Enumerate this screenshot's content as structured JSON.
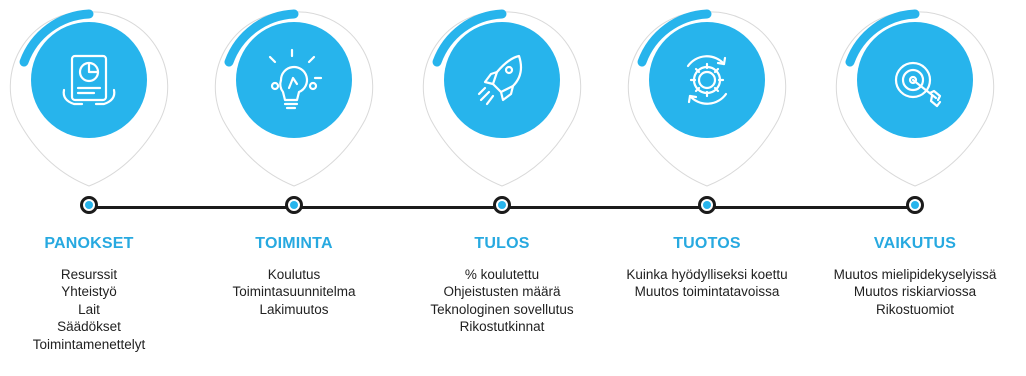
{
  "colors": {
    "accent": "#27b4ec",
    "title": "#27a9e0",
    "line": "#1b1b1b"
  },
  "stages": [
    {
      "title": "PANOKSET",
      "icon": "tablet-chart-icon",
      "items": [
        "Resurssit",
        "Yhteistyö",
        "Lait",
        "Säädökset",
        "Toimintamenettelyt"
      ]
    },
    {
      "title": "TOIMINTA",
      "icon": "lightbulb-icon",
      "items": [
        "Koulutus",
        "Toimintasuunnitelma",
        "Lakimuutos"
      ]
    },
    {
      "title": "TULOS",
      "icon": "rocket-icon",
      "items": [
        "% koulutettu",
        "Ohjeistusten määrä",
        "Teknologinen sovellutus",
        "Rikostutkinnat"
      ]
    },
    {
      "title": "TUOTOS",
      "icon": "gear-cycle-icon",
      "items": [
        "Kuinka hyödylliseksi koettu",
        "Muutos toimintatavoissa"
      ]
    },
    {
      "title": "VAIKUTUS",
      "icon": "target-icon",
      "items": [
        "Muutos mielipidekyselyissä",
        "Muutos riskiarviossa",
        "Rikostuomiot"
      ]
    }
  ]
}
